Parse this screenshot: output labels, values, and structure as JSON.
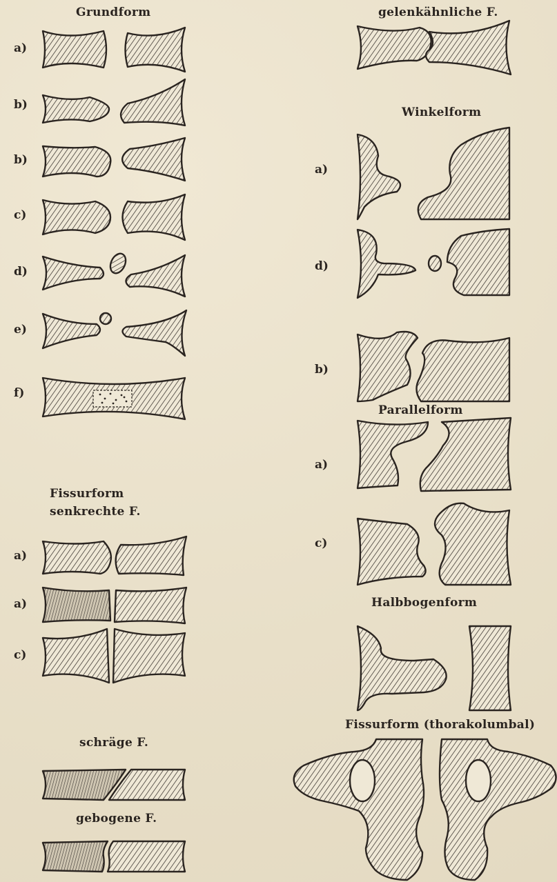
{
  "left": {
    "grundform": {
      "title": "Grundform",
      "labels": [
        "a)",
        "b)",
        "b)",
        "c)",
        "d)",
        "e)",
        "f)"
      ]
    },
    "fissurform": {
      "title_line1": "Fissurform",
      "title_line2": "senkrechte F.",
      "labels": [
        "a)",
        "a)",
        "c)"
      ]
    },
    "schraege": {
      "title": "schräge F."
    },
    "gebogene": {
      "title": "gebogene F."
    }
  },
  "right": {
    "gelenk": {
      "title": "gelenkähnliche F."
    },
    "winkelform": {
      "title": "Winkelform",
      "labels": [
        "a)",
        "d)",
        "b)"
      ]
    },
    "parallelform": {
      "title": "Parallelform",
      "labels": [
        "a)",
        "c)"
      ]
    },
    "halbbogenform": {
      "title": "Halbbogenform"
    },
    "thorakolumbal": {
      "title": "Fissurform (thorakolumbal)"
    }
  },
  "colors": {
    "paper": "#ece4cf",
    "ink": "#2a2420"
  }
}
